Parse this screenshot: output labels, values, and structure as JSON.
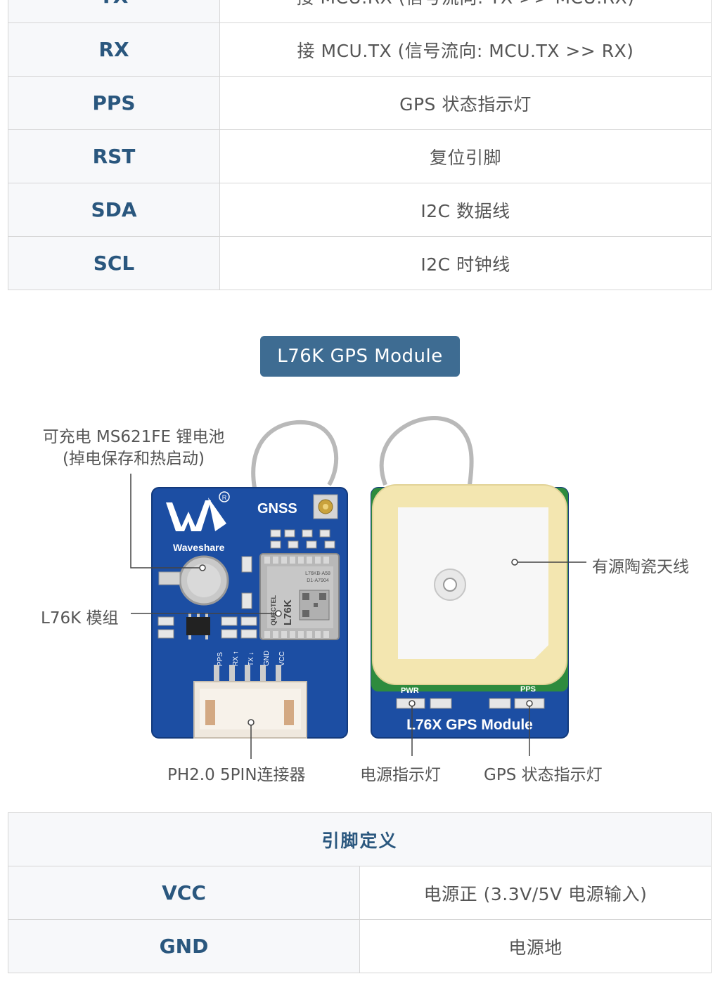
{
  "top_table": {
    "rows": [
      {
        "pin": "TX",
        "desc": "接 MCU.RX (信号流向: TX >> MCU.RX)"
      },
      {
        "pin": "RX",
        "desc": "接 MCU.TX (信号流向: MCU.TX >> RX)"
      },
      {
        "pin": "PPS",
        "desc": "GPS 状态指示灯"
      },
      {
        "pin": "RST",
        "desc": "复位引脚"
      },
      {
        "pin": "SDA",
        "desc": "I2C 数据线"
      },
      {
        "pin": "SCL",
        "desc": "I2C 时钟线"
      }
    ]
  },
  "module_title": "L76K GPS Module",
  "annotations": {
    "battery_line1": "可充电 MS621FE 锂电池",
    "battery_line2": "(掉电保存和热启动)",
    "module": "L76K 模组",
    "antenna": "有源陶瓷天线",
    "connector": "PH2.0 5PIN连接器",
    "power_led": "电源指示灯",
    "gps_led": "GPS 状态指示灯"
  },
  "board_front": {
    "logo": "Waveshare",
    "gnss": "GNSS",
    "chip_brand": "QUECTEL",
    "chip_model": "L76K",
    "chip_code1": "L76KB-A58",
    "chip_code2": "D1-A7904",
    "pins": [
      "PPS",
      "RX ↑",
      "TX ↓",
      "GND",
      "VCC"
    ]
  },
  "board_back": {
    "pwr": "PWR",
    "pps": "PPS",
    "name": "L76X GPS Module"
  },
  "bottom_table": {
    "header": "引脚定义",
    "rows": [
      {
        "pin": "VCC",
        "desc": "电源正 (3.3V/5V 电源输入)"
      },
      {
        "pin": "GND",
        "desc": "电源地"
      }
    ]
  },
  "colors": {
    "pin_text": "#2a577e",
    "badge_bg": "#3e6c92",
    "pcb_blue": "#1c4ea3",
    "antenna_rim": "#f3e6b0"
  }
}
